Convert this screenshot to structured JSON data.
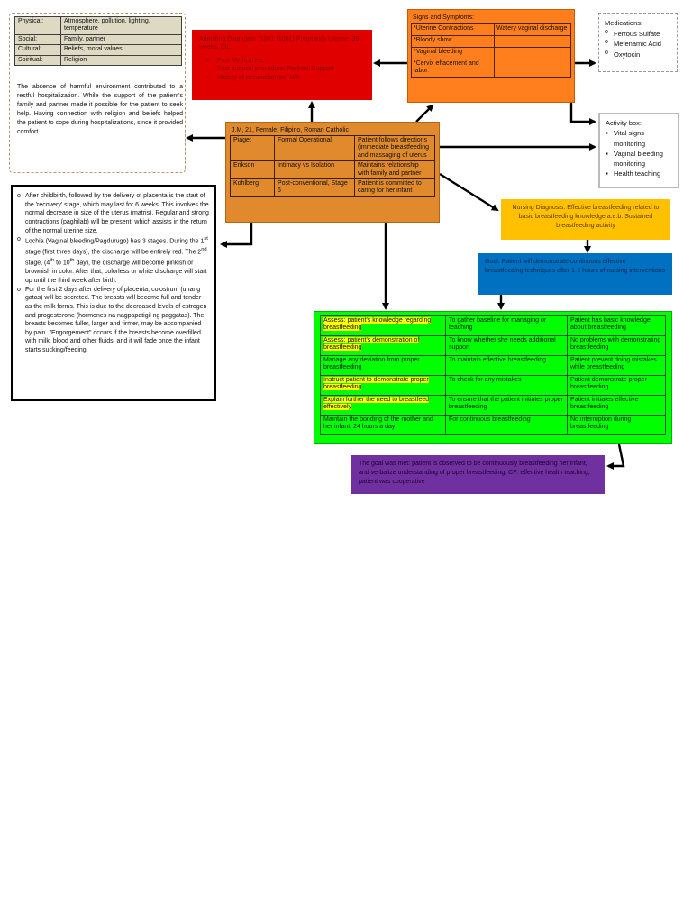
{
  "factors": {
    "rows": [
      {
        "key": "Physical:",
        "value": "Atmosphere, pollution, lighting, temperature"
      },
      {
        "key": "Social:",
        "value": "Family, partner"
      },
      {
        "key": "Cultural:",
        "value": "Beliefs, moral values"
      },
      {
        "key": "Spiritual:",
        "value": "Religion"
      }
    ],
    "paragraph": "The absence of harmful environment contributed to a restful hospitalization. While the support of the patient's family and partner made it possible for the patient to seek help. Having connection with religion and beliefs helped the patient to cope during hospitalizations, since it provided comfort."
  },
  "admitting": {
    "line1": "Admitting Diagnosis: G2P1 (1001) Pregnancy Uterine, 39 weeks, CIL",
    "items": [
      "Past Medical Hx: -\nPast surgical procedure: Perineal Support",
      "History of circumstances: N/A"
    ]
  },
  "signs": {
    "title": "Signs and Symptoms:",
    "rows": [
      [
        "*Uterine Contractions",
        "Watery vaginal discharge"
      ],
      [
        "*Bloody show",
        ""
      ],
      [
        "*Vaginal bleeding",
        ""
      ],
      [
        "*Cervix effacement and labor",
        ""
      ]
    ]
  },
  "medications": {
    "title": "Medications:",
    "items": [
      "Ferrous Sulfate",
      "Mefenamic Acid",
      "Oxytocin"
    ]
  },
  "activity": {
    "title": "Activity box:",
    "items": [
      "Vital signs monitoring",
      "Vaginal bleeding monitoring",
      "Health teaching"
    ]
  },
  "patient": {
    "title": "J.M, 21, Female, Filipino, Roman Catholic",
    "rows": [
      [
        "Piaget",
        "Formal Operational",
        "Patient follows directions (immediate breastfeeding and massaging of uterus"
      ],
      [
        "Erikson",
        "Intimacy vs Isolation",
        "Maintains relationship with family and partner"
      ],
      [
        "Kohlberg",
        "Post-conventional, Stage 6",
        "Patient is committed to caring for her infant"
      ]
    ]
  },
  "nursing": {
    "text": "Nursing Diagnosis: Effective breastfeeding related to basic breastfeeding knowledge a.e.b. Sustained breastfeeding activity"
  },
  "goal": {
    "text": "Goal: Patient will demonstrate continuous effective breastfeeding techniques after 1-2 hours of nursing interventions"
  },
  "postpartum": {
    "items": [
      "After childbirth, followed by the delivery of placenta is the start of the 'recovery' stage, which may last for 6 weeks. This involves the normal decrease in size of the uterus (matris). Regular and strong contractions (paghilab) will be present, which assists in the return of the normal uterine size.",
      "Lochia (Vaginal bleeding/Pagdurugo) has 3 stages. During the 1st stage (first three days), the discharge will be entirely red. The 2nd stage, (4th to 10th day), the discharge will become pinkish or brownish in color. After that, colorless or white discharge will start up until the third week after birth.",
      "For the first 2 days after delivery of placenta, colostrum (unang gatas) will be secreted. The breasts will become full and tender as the milk forms. This is due to the decreased levels of estrogen and progesterone (hormones na nagpapatigil ng paggatas). The breasts becomes fuller, larger and firmer, may be accompanied by pain. \"Engorgement\" occurs if the breasts become overfilled with milk, blood and other fluids, and it will fade once the infant starts sucking/feeding."
    ]
  },
  "intervention": {
    "rows": [
      {
        "action": "Assess: patient's knowledge regarding breastfeeding",
        "highlight": true,
        "rationale": "To gather baseline for managing or teaching",
        "outcome": "Patient has basic knowledge about breastfeeding"
      },
      {
        "action": "Assess: patient's demonstration of breastfeeding",
        "highlight": true,
        "rationale": "To know whether she needs additional support",
        "outcome": "No problems with demonstrating breastfeeding"
      },
      {
        "action": "Manage any deviation from proper breastfeeding",
        "highlight": false,
        "rationale": "To maintain effective breastfeeding",
        "outcome": "Patient prevent doing mistakes while breastfeeding"
      },
      {
        "action": "Instruct patient to demonstrate proper breastfeeding",
        "highlight": true,
        "rationale": "To check for any mistakes",
        "outcome": "Patient demonstrate proper breastfeeding"
      },
      {
        "action": "Explain further the need to breastfeed effectively",
        "highlight": true,
        "rationale": "To ensure that the patient initiates proper breastfeeding",
        "outcome": "Patient initiates effective breastfeeding"
      },
      {
        "action": "Maintain the bonding of the mother and her infant, 24 hours a day",
        "highlight": false,
        "rationale": "For continuous breastfeeding",
        "outcome": "No interruption during breastfeeding"
      }
    ]
  },
  "evaluation": {
    "text": "The goal was met: patient is observed to be continuously breastfeeding her infant, and verbalize understanding of proper breastfeeding. CF: effective health teaching, patient was cooperative"
  },
  "colors": {
    "red": "#e10000",
    "orange": "#ff7f1f",
    "patient_orange": "#e08a2d",
    "yellow": "#ffc000",
    "blue": "#0070c0",
    "green": "#00ff00",
    "purple": "#7030a0",
    "factor_cell": "#ddd9c3"
  }
}
